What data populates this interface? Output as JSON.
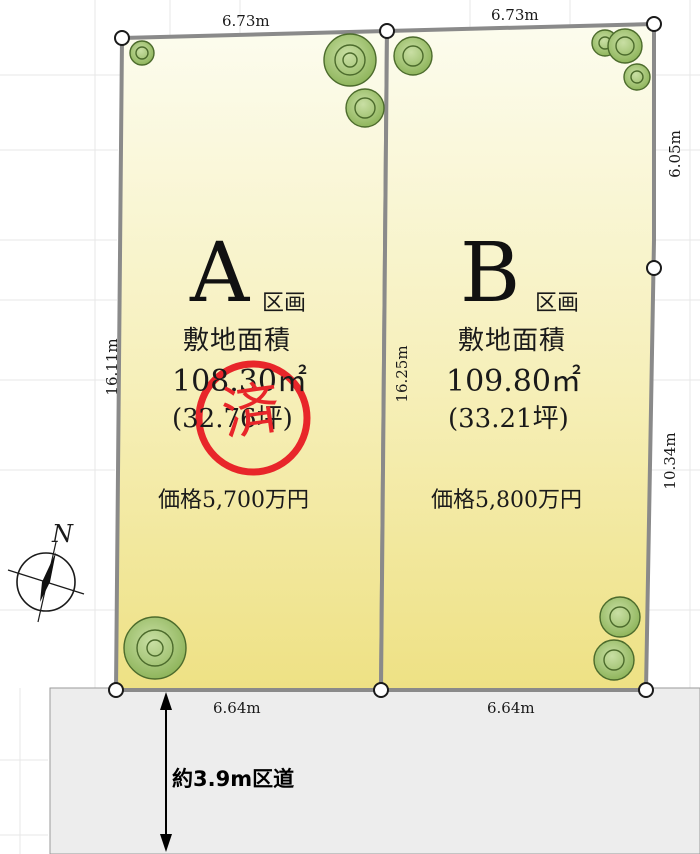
{
  "lots": {
    "a": {
      "letter": "A",
      "kukaku": "区画",
      "area_title": "敷地面積",
      "area_m2": "108.30㎡",
      "area_tsubo": "(32.76坪)",
      "price": "価格5,700万円",
      "sold_stamp": "済"
    },
    "b": {
      "letter": "B",
      "kukaku": "区画",
      "area_title": "敷地面積",
      "area_m2": "109.80㎡",
      "area_tsubo": "(33.21坪)",
      "price": "価格5,800万円"
    }
  },
  "dimensions": {
    "a_top": "6.73m",
    "b_top": "6.73m",
    "a_left": "16.11m",
    "a_b_shared": "16.25m",
    "b_right_upper": "6.05m",
    "b_right_lower": "10.34m",
    "a_bottom": "6.64m",
    "b_bottom": "6.64m"
  },
  "road": {
    "label": "約3.9m区道"
  },
  "compass": {
    "label": "N"
  },
  "colors": {
    "lot_top": "#fbfbe6",
    "lot_bottom": "#efe28a",
    "stamp": "#e8262a",
    "tree": "#9bbf6c",
    "road": "#ededed",
    "grid": "#e6e6e6"
  }
}
